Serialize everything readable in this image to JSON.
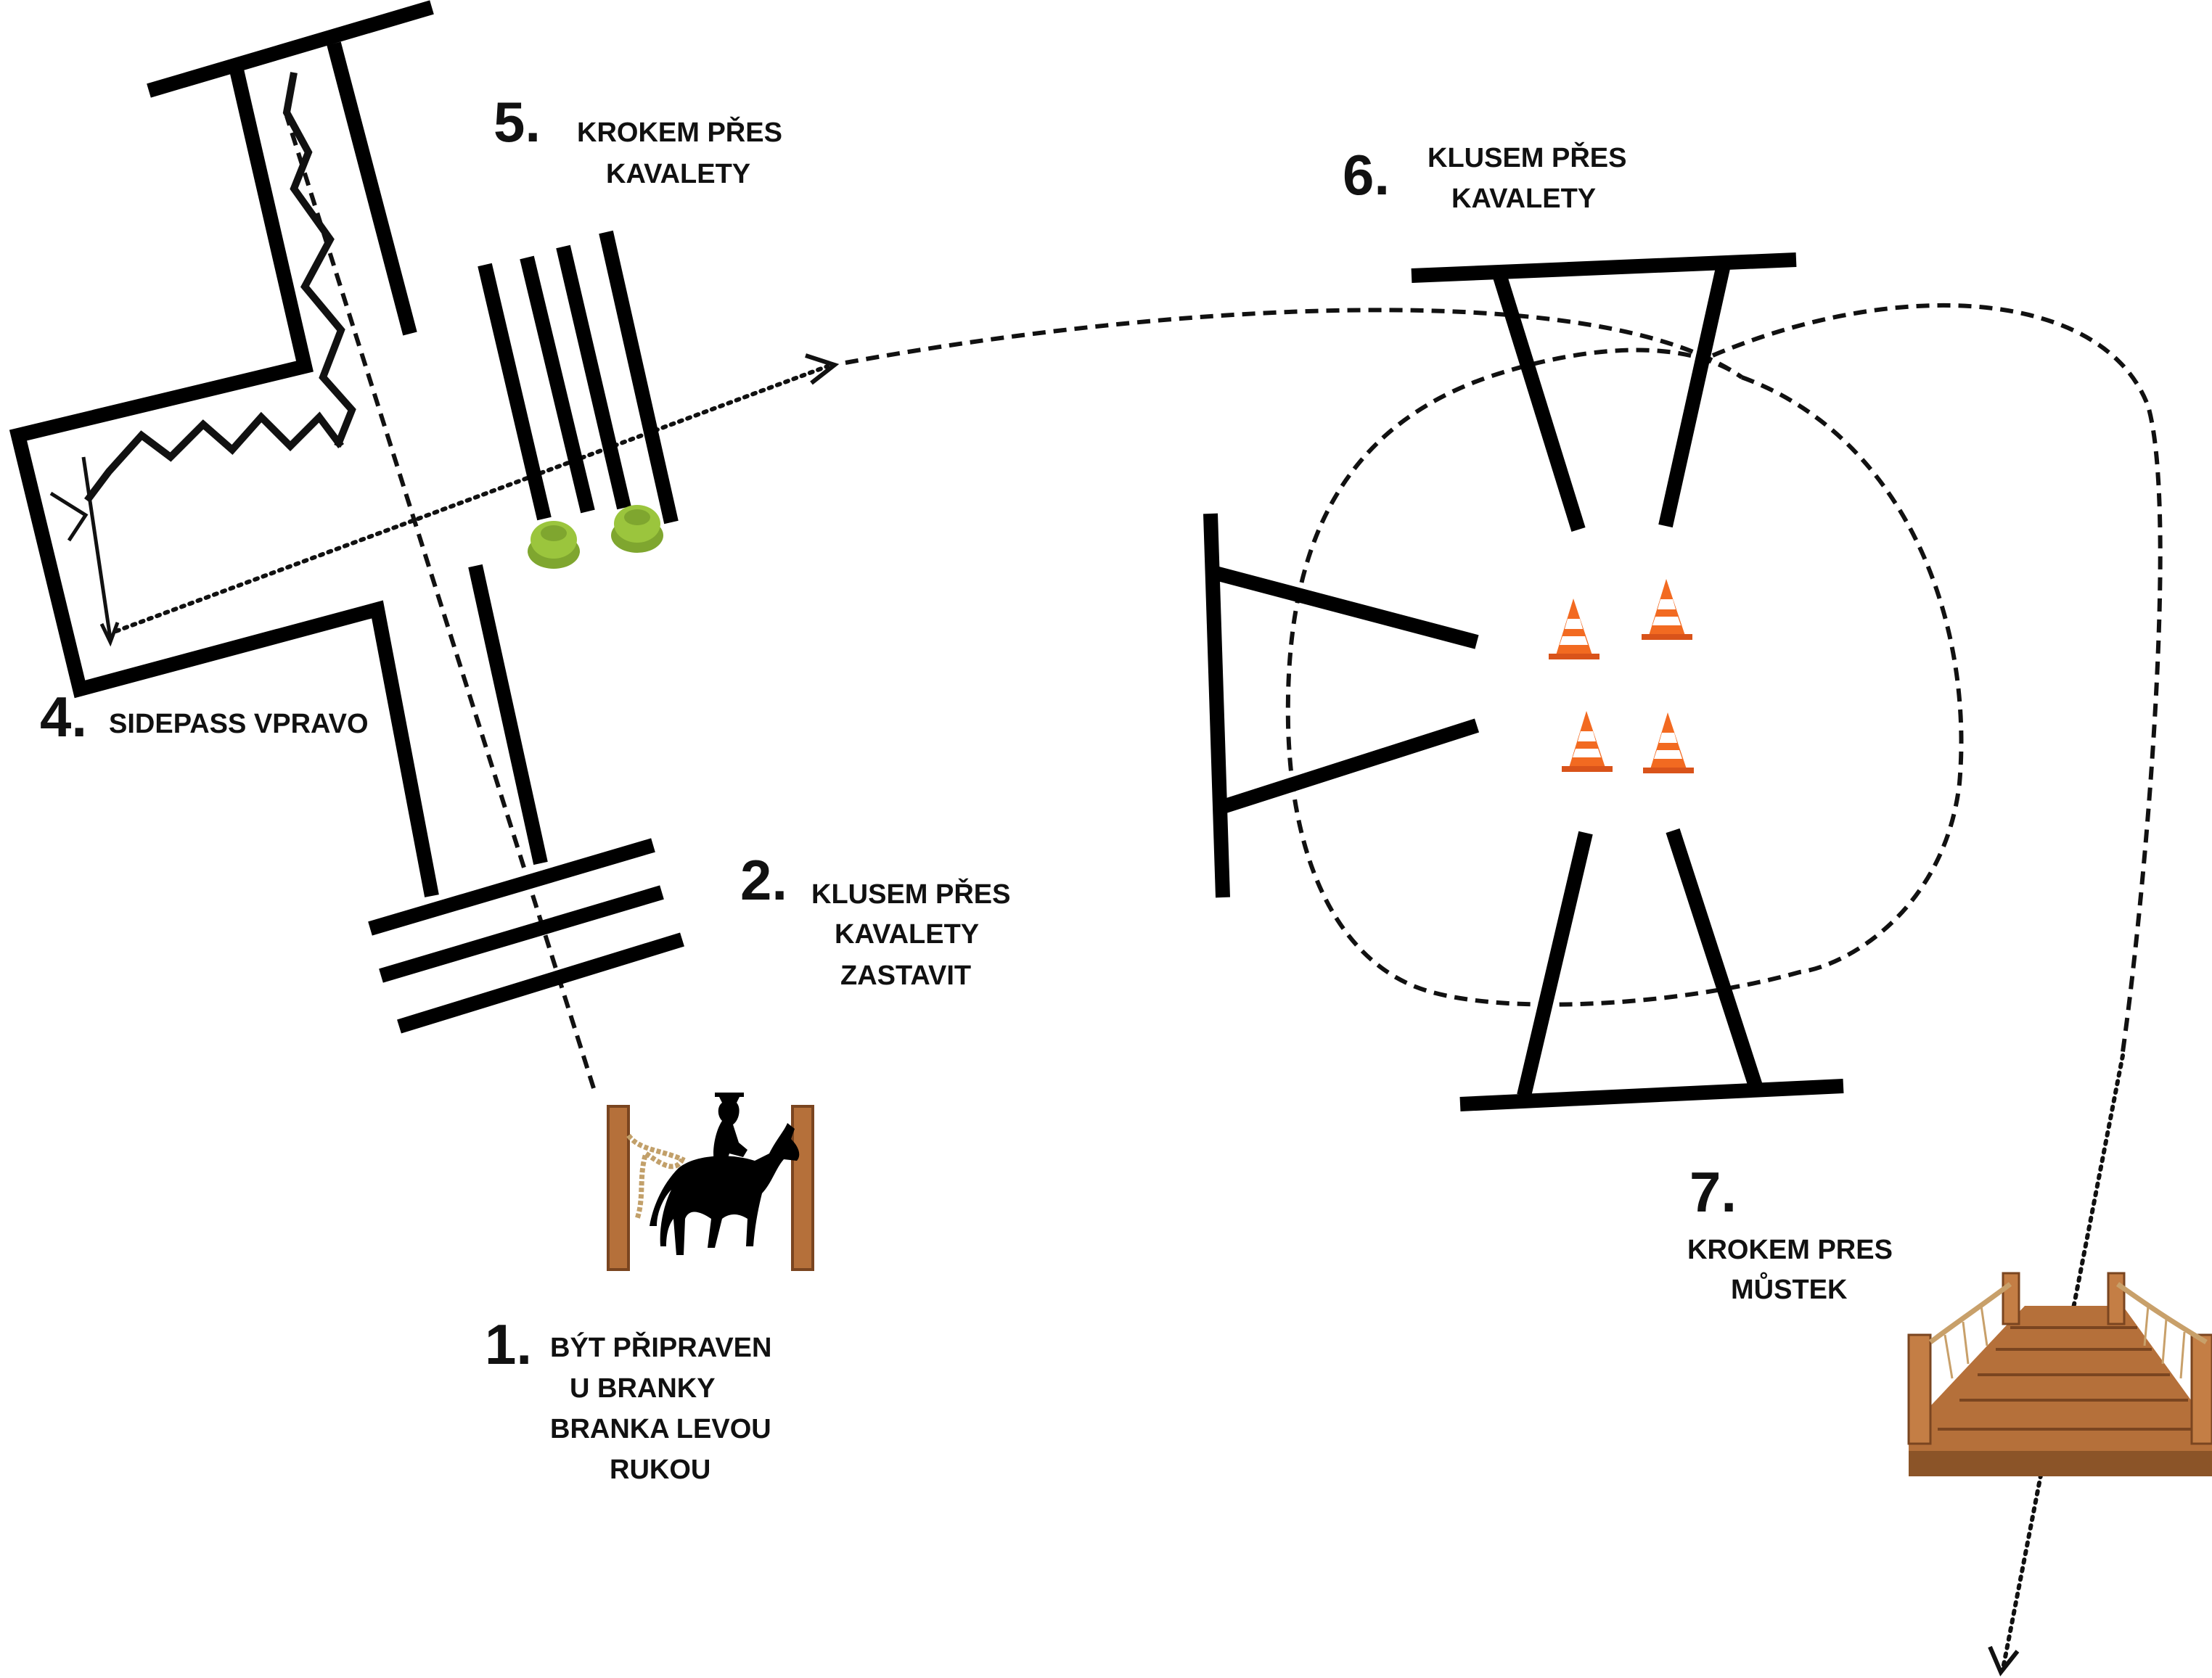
{
  "steps": [
    {
      "number": "1.",
      "lines": [
        "BÝT PŘIPRAVEN",
        "U BRANKY",
        "BRANKA LEVOU",
        "RUKOU"
      ]
    },
    {
      "number": "2.",
      "lines": [
        "KLUSEM PŘES",
        "KAVALETY",
        "ZASTAVIT"
      ]
    },
    {
      "number": "4.",
      "lines": [
        "SIDEPASS VPRAVO"
      ]
    },
    {
      "number": "5.",
      "lines": [
        "KROKEM PŘES",
        "KAVALETY"
      ]
    },
    {
      "number": "6.",
      "lines": [
        "KLUSEM PŘES",
        "KAVALETY"
      ]
    },
    {
      "number": "7.",
      "lines": [
        "KROKEM PRES",
        "MŮSTEK"
      ]
    }
  ],
  "icons": {
    "gate": "horse-rider-gate-icon",
    "cone": "traffic-cone-icon",
    "step_block": "mounting-block-icon",
    "bridge": "rope-bridge-icon"
  },
  "colors": {
    "poles": "#000000",
    "cone_orange": "#f26a21",
    "cone_white": "#ffffff",
    "block_green": "#9bc53d",
    "wood": "#b5703a",
    "wood_dark": "#7a4520",
    "text": "#111111"
  }
}
